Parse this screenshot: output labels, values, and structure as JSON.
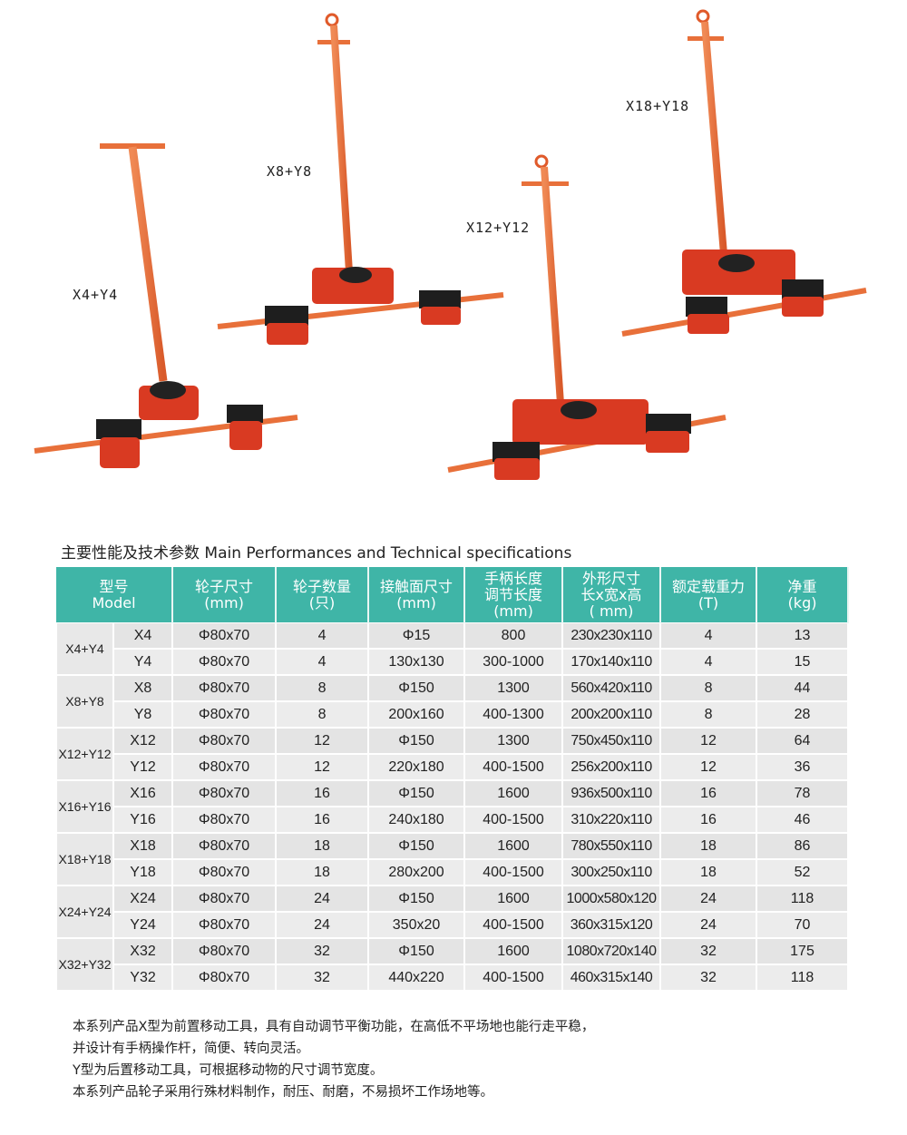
{
  "products": [
    {
      "label": "X4+Y4"
    },
    {
      "label": "X8+Y8"
    },
    {
      "label": "X12+Y12"
    },
    {
      "label": "X18+Y18"
    }
  ],
  "title": "主要性能及技术参数 Main Performances and Technical specifications",
  "headers": [
    {
      "l1": "型号",
      "l2": "Model",
      "l3": ""
    },
    {
      "l1": "轮子尺寸",
      "l2": "(mm)",
      "l3": ""
    },
    {
      "l1": "轮子数量",
      "l2": "(只)",
      "l3": ""
    },
    {
      "l1": "接触面尺寸",
      "l2": "(mm)",
      "l3": ""
    },
    {
      "l1": "手柄长度",
      "l2": "调节长度",
      "l3": "(mm)"
    },
    {
      "l1": "外形尺寸",
      "l2": "长x宽x高",
      "l3": "( mm)"
    },
    {
      "l1": "额定载重力",
      "l2": "(T)",
      "l3": ""
    },
    {
      "l1": "净重",
      "l2": "(kg)",
      "l3": ""
    }
  ],
  "groups": [
    {
      "name": "X4+Y4",
      "rows": [
        [
          "X4",
          "Φ80x70",
          "4",
          "Φ15",
          "800",
          "230x230x110",
          "4",
          "13"
        ],
        [
          "Y4",
          "Φ80x70",
          "4",
          "130x130",
          "300-1000",
          "170x140x110",
          "4",
          "15"
        ]
      ]
    },
    {
      "name": "X8+Y8",
      "rows": [
        [
          "X8",
          "Φ80x70",
          "8",
          "Φ150",
          "1300",
          "560x420x110",
          "8",
          "44"
        ],
        [
          "Y8",
          "Φ80x70",
          "8",
          "200x160",
          "400-1300",
          "200x200x110",
          "8",
          "28"
        ]
      ]
    },
    {
      "name": "X12+Y12",
      "rows": [
        [
          "X12",
          "Φ80x70",
          "12",
          "Φ150",
          "1300",
          "750x450x110",
          "12",
          "64"
        ],
        [
          "Y12",
          "Φ80x70",
          "12",
          "220x180",
          "400-1500",
          "256x200x110",
          "12",
          "36"
        ]
      ]
    },
    {
      "name": "X16+Y16",
      "rows": [
        [
          "X16",
          "Φ80x70",
          "16",
          "Φ150",
          "1600",
          "936x500x110",
          "16",
          "78"
        ],
        [
          "Y16",
          "Φ80x70",
          "16",
          "240x180",
          "400-1500",
          "310x220x110",
          "16",
          "46"
        ]
      ]
    },
    {
      "name": "X18+Y18",
      "rows": [
        [
          "X18",
          "Φ80x70",
          "18",
          "Φ150",
          "1600",
          "780x550x110",
          "18",
          "86"
        ],
        [
          "Y18",
          "Φ80x70",
          "18",
          "280x200",
          "400-1500",
          "300x250x110",
          "18",
          "52"
        ]
      ]
    },
    {
      "name": "X24+Y24",
      "rows": [
        [
          "X24",
          "Φ80x70",
          "24",
          "Φ150",
          "1600",
          "1000x580x120",
          "24",
          "118"
        ],
        [
          "Y24",
          "Φ80x70",
          "24",
          "350x20",
          "400-1500",
          "360x315x120",
          "24",
          "70"
        ]
      ]
    },
    {
      "name": "X32+Y32",
      "rows": [
        [
          "X32",
          "Φ80x70",
          "32",
          "Φ150",
          "1600",
          "1080x720x140",
          "32",
          "175"
        ],
        [
          "Y32",
          "Φ80x70",
          "32",
          "440x220",
          "400-1500",
          "460x315x140",
          "32",
          "118"
        ]
      ]
    }
  ],
  "notes": [
    "本系列产品X型为前置移动工具，具有自动调节平衡功能，在高低不平场地也能行走平稳，",
    "并设计有手柄操作杆，简便、转向灵活。",
    "Y型为后置移动工具，可根据移动物的尺寸调节宽度。",
    "本系列产品轮子采用行殊材料制作，耐压、耐磨，不易损坏工作场地等。"
  ],
  "colors": {
    "header": "#3fb5a7",
    "product": "#e8452a"
  }
}
